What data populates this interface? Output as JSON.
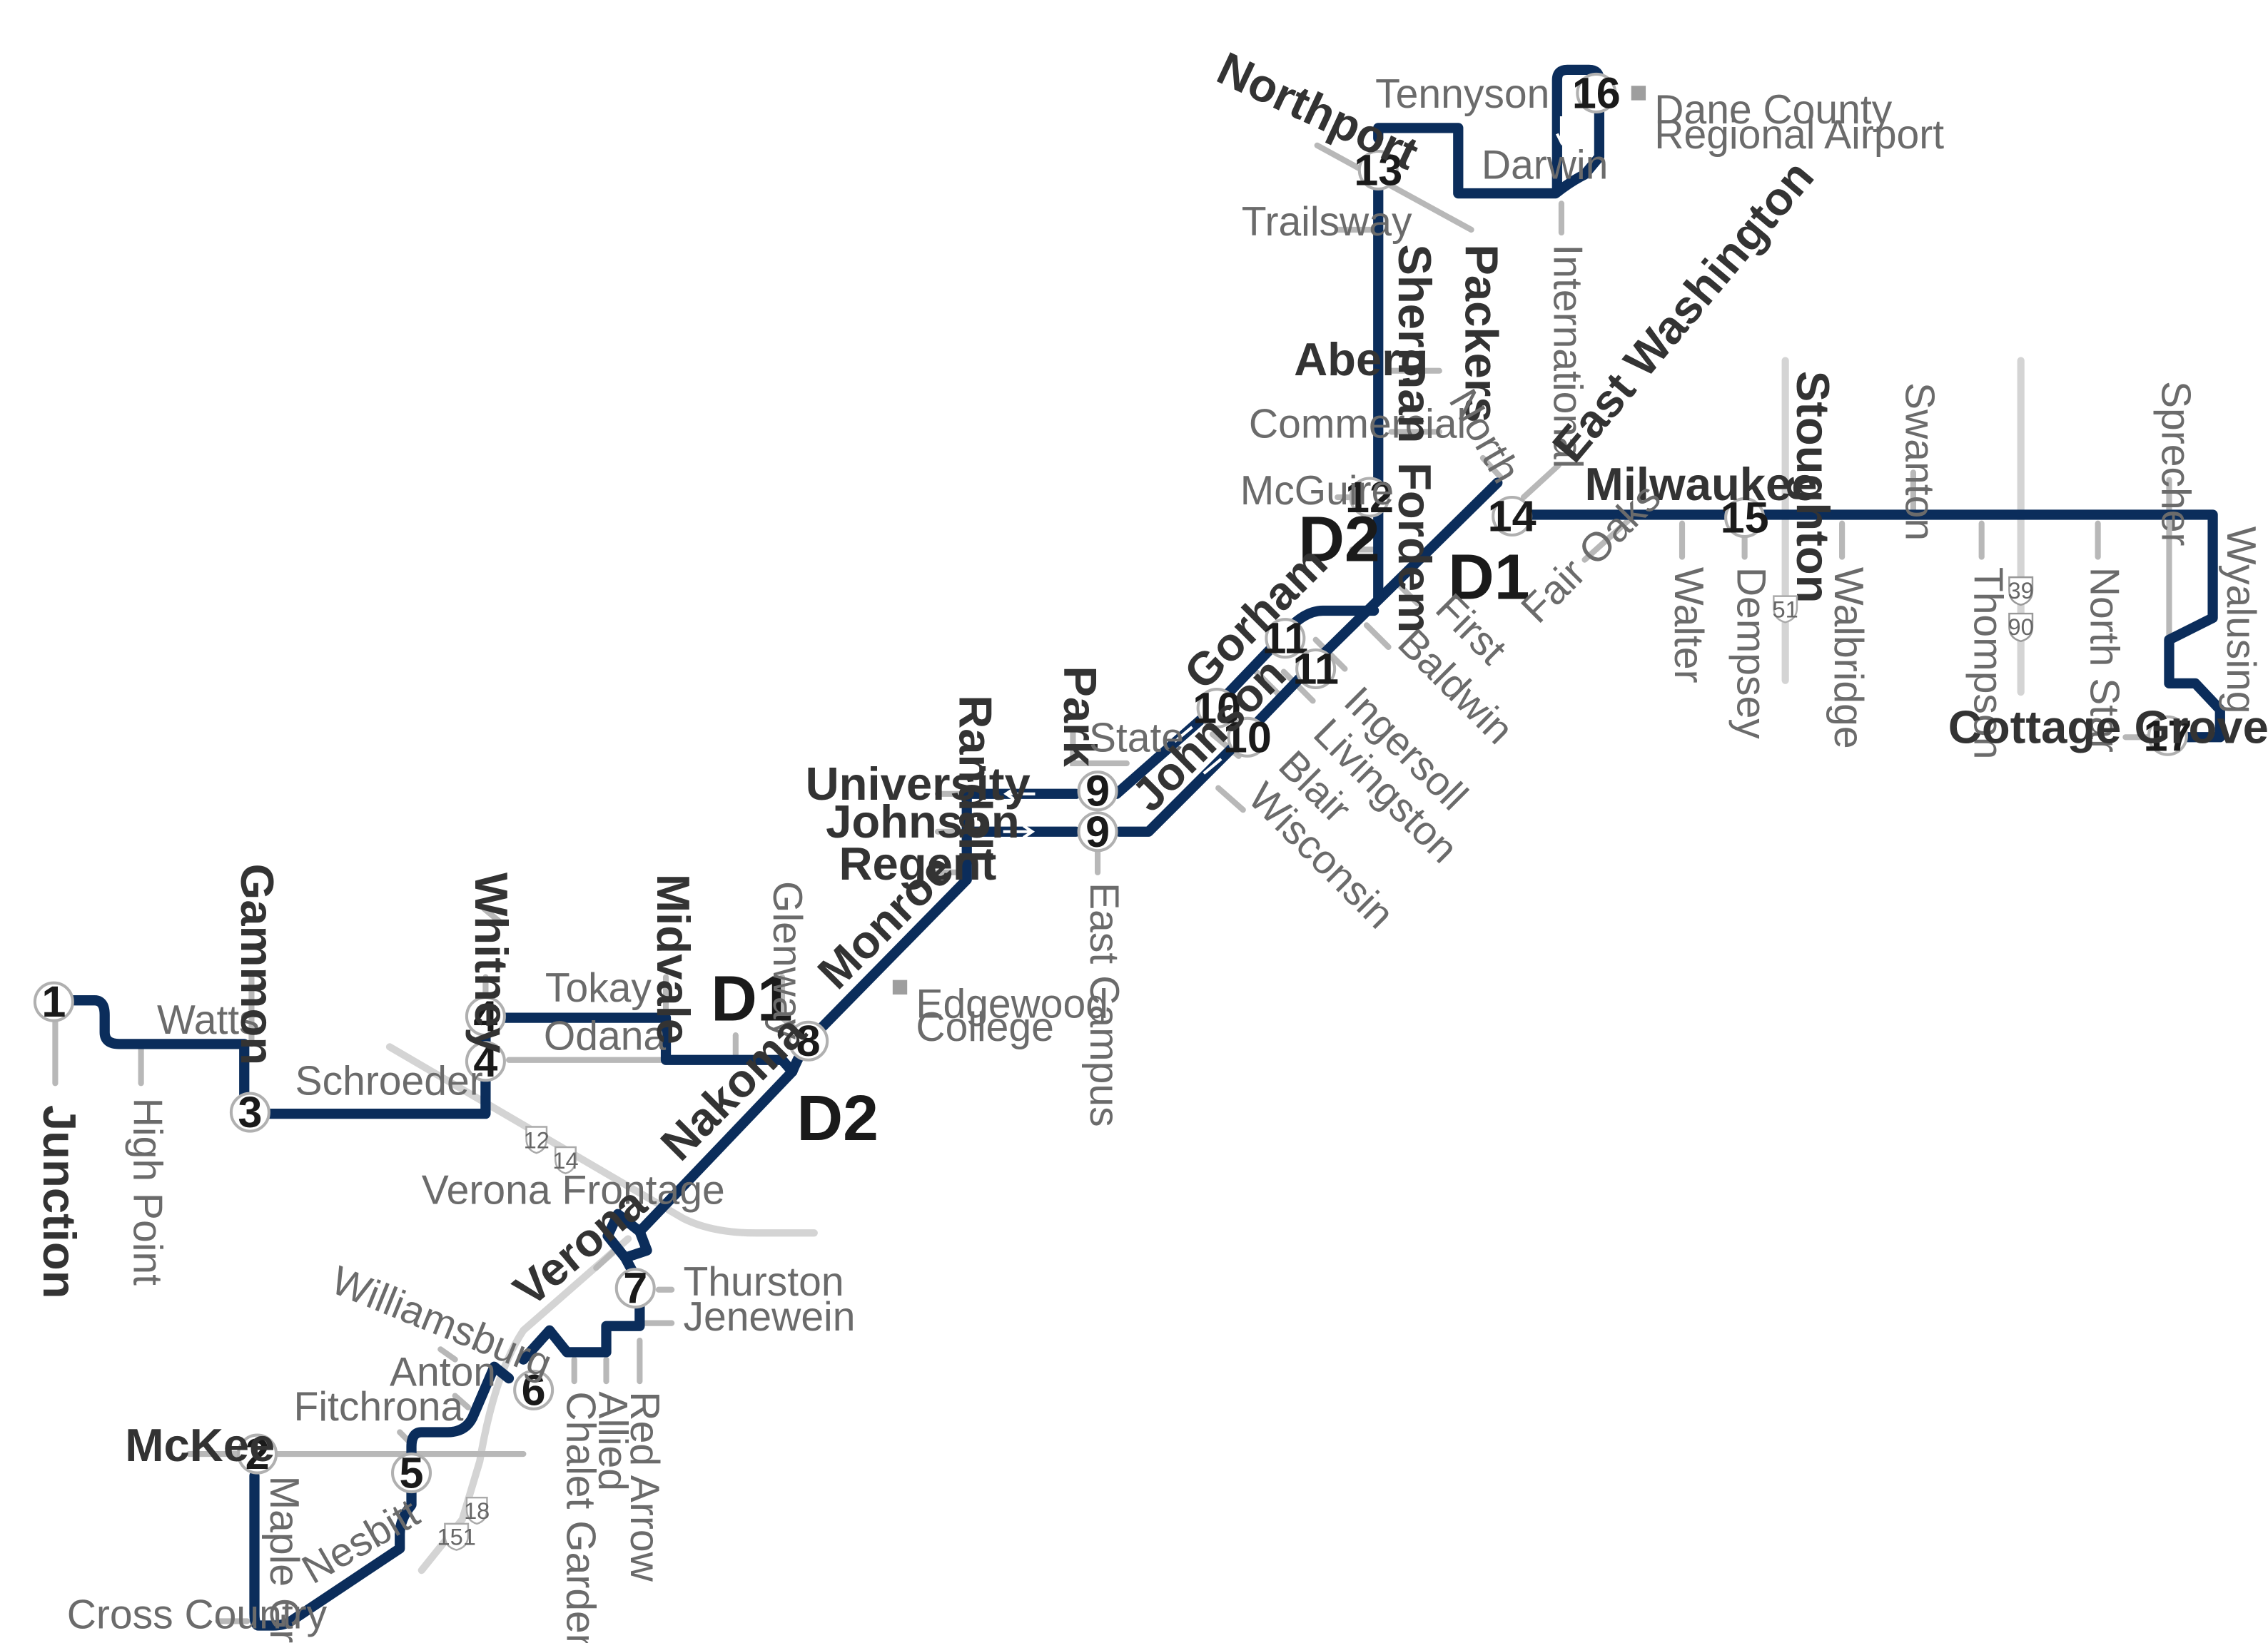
{
  "colors": {
    "route": "#0b2d5b",
    "street": "#b8b8b8",
    "highway": "#d4d4d4",
    "stop_fill": "#ffffff",
    "stop_stroke": "#b0b0b0",
    "text": "#5f5f5f"
  },
  "stops": {
    "s1": "1",
    "s2": "2",
    "s3": "3",
    "s4a": "4",
    "s4b": "4",
    "s5": "5",
    "s6": "6",
    "s7": "7",
    "s8": "8",
    "s9a": "9",
    "s9b": "9",
    "s10a": "10",
    "s10b": "10",
    "s11a": "11",
    "s11b": "11",
    "s12": "12",
    "s13": "13",
    "s14": "14",
    "s15": "15",
    "s16": "16",
    "s17": "17"
  },
  "segments": {
    "d1_west": "D1",
    "d2_west": "D2",
    "d1_east": "D1",
    "d2_east": "D2"
  },
  "streets": {
    "junction": "Junction",
    "high_point": "High Point",
    "watts": "Watts",
    "gammon": "Gammon",
    "schroeder": "Schroeder",
    "whitney": "Whitney",
    "tokay": "Tokay",
    "odana": "Odana",
    "midvale": "Midvale",
    "glenway": "Glenway",
    "monroe": "Monroe",
    "nakoma": "Nakoma",
    "verona_frontage": "Verona Frontage",
    "verona": "Verona",
    "thurston": "Thurston",
    "jenewein": "Jenewein",
    "williamsburg": "Williamsburg",
    "anton": "Anton",
    "fitchrona": "Fitchrona",
    "mckee": "McKee",
    "maple_grove": "Maple Grove",
    "nesbitt": "Nesbitt",
    "cross_country": "Cross Country",
    "chalet_gardens": "Chalet Gardens",
    "allied": "Allied",
    "red_arrow": "Red Arrow",
    "randall": "Randall",
    "university": "University",
    "johnson_w": "Johnson",
    "regent": "Regent",
    "park": "Park",
    "state": "State",
    "east_campus": "East Campus",
    "gorham": "Gorham",
    "johnson_e": "Johnson",
    "blair": "Blair",
    "wisconsin": "Wisconsin",
    "livingston": "Livingston",
    "ingersoll": "Ingersoll",
    "baldwin": "Baldwin",
    "first": "First",
    "fordem": "Fordem",
    "mcguire": "McGuire",
    "commercial": "Commercial",
    "aberg": "Aberg",
    "sherman": "Sherman",
    "trailsway": "Trailsway",
    "northport": "Northport",
    "tennyson": "Tennyson",
    "packers": "Packers",
    "darwin": "Darwin",
    "international": "International",
    "north": "North",
    "east_washington": "East Washington",
    "milwaukee": "Milwaukee",
    "fair_oaks": "Fair Oaks",
    "walter": "Walter",
    "dempsey": "Dempsey",
    "stoughton": "Stoughton",
    "walbridge": "Walbridge",
    "swanton": "Swanton",
    "thompson": "Thompson",
    "north_star": "North Star",
    "sprecher": "Sprecher",
    "wyalusing": "Wyalusing",
    "cottage_grove": "Cottage Grove"
  },
  "pois": {
    "airport_line1": "Dane County",
    "airport_line2": "Regional Airport",
    "edgewood_line1": "Edgewood",
    "edgewood_line2": "College"
  },
  "shields": {
    "us12": "12",
    "us14": "14",
    "us18": "18",
    "us151": "151",
    "us51": "51",
    "i39": "39",
    "i90": "90"
  },
  "icons": [
    "direction-arrow-icon",
    "us-highway-shield-icon",
    "interstate-shield-icon",
    "poi-square-icon"
  ]
}
